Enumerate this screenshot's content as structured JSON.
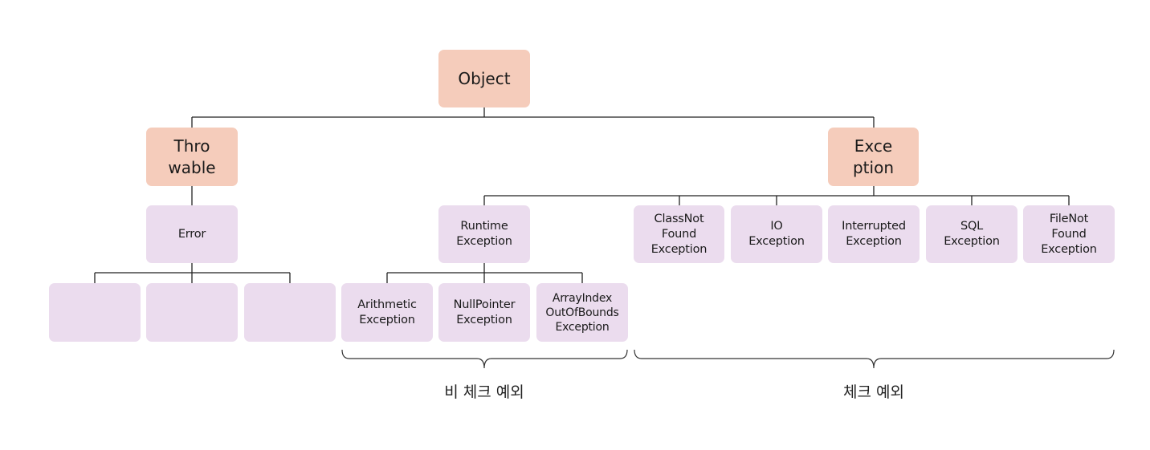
{
  "nodes": {
    "object": "Object",
    "throwable": "Thro\nwable",
    "exception": "Exce\nption",
    "error": "Error",
    "error_child_1": "",
    "error_child_2": "",
    "error_child_3": "",
    "runtime_exception": "Runtime\nException",
    "class_not_found": "ClassNot\nFound\nException",
    "io_exception": "IO\nException",
    "interrupted_exception": "Interrupted\nException",
    "sql_exception": "SQL\nException",
    "file_not_found": "FileNot\nFound\nException",
    "arithmetic_exception": "Arithmetic\nException",
    "null_pointer_exception": "NullPointer\nException",
    "array_index_exception": "ArrayIndex\nOutOfBounds\nException"
  },
  "groups": {
    "unchecked": "비 체크 예외",
    "checked": "체크 예외"
  },
  "colors": {
    "peach": "#f5ccbb",
    "lavender": "#ebdcee",
    "line": "#222222"
  }
}
